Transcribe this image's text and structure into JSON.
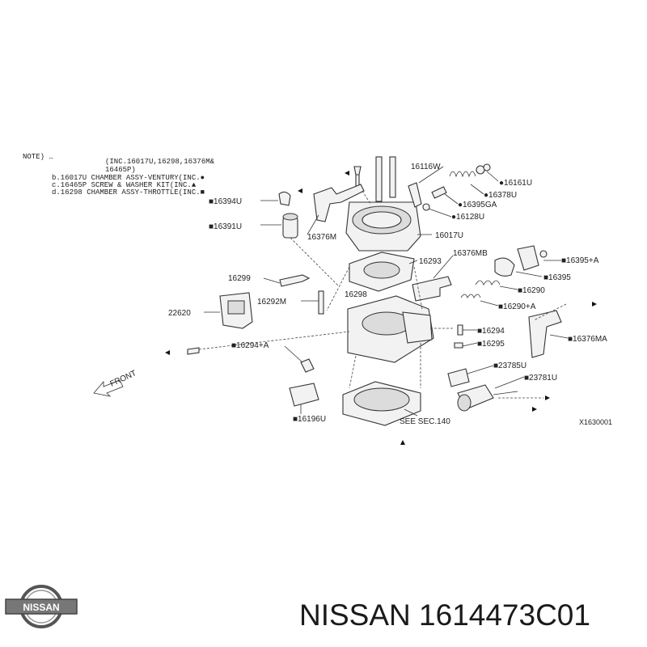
{
  "diagram": {
    "notes": [
      "NOTE)  …",
      "(INC.16017U,16298,16376M&",
      "16465P)",
      "b.16017U CHAMBER ASSY-VENTURY(INC.●",
      "c.16465P SCREW & WASHER KIT(INC.▲",
      "d.16298  CHAMBER ASSY-THROTTLE(INC.■"
    ],
    "labels": {
      "l16116W": "16116W",
      "l16161U": "●16161U",
      "l16378U": "●16378U",
      "l16395GA": "●16395GA",
      "l16128U": "●16128U",
      "l16394U": "■16394U",
      "l16391U": "■16391U",
      "l16376M": "16376M",
      "l16017U": "16017U",
      "l16293": "16293",
      "l16376MB": "16376MB",
      "l16395A": "■16395+A",
      "l16395": "■16395",
      "l16290": "■16290",
      "l16299": "16299",
      "l16298": "16298",
      "l16292M": "16292M",
      "l16290A": "■16290+A",
      "l22620": "22620",
      "l16294": "■16294",
      "l16295": "■16295",
      "l16376MA": "■16376MA",
      "l16294A": "■16294+A",
      "l23785U": "■23785U",
      "l23781U": "■23781U",
      "l16196U": "■16196U",
      "see140": "SEE SEC.140",
      "front": "FRONT",
      "code": "X1630001"
    }
  },
  "logo": {
    "text": "NISSAN"
  },
  "caption": {
    "text": "NISSAN 1614473C01"
  }
}
